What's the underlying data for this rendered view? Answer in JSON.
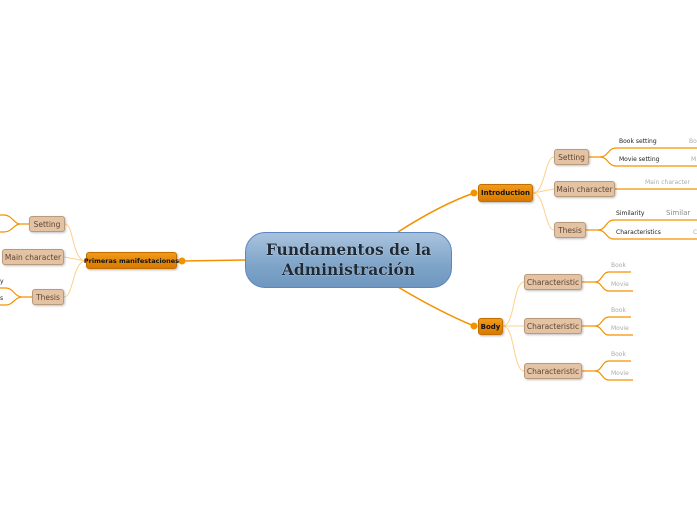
{
  "central": {
    "title": "Fundamentos de la Administración"
  },
  "colors": {
    "branch": "#f39200",
    "main_node": "#e08400",
    "sub_node": "#e4c3a4",
    "central": "#7ea4c8"
  },
  "introduction": {
    "label": "Introduction",
    "setting": {
      "label": "Setting",
      "children": [
        {
          "label": "Book setting",
          "value": "Bo"
        },
        {
          "label": "Movie setting",
          "value": "M"
        }
      ]
    },
    "main_character": {
      "label": "Main character",
      "value": "Main character"
    },
    "thesis": {
      "label": "Thesis",
      "children": [
        {
          "label": "Similarity",
          "value": "Similar"
        },
        {
          "label": "Characteristics",
          "value": "C"
        }
      ]
    }
  },
  "body": {
    "label": "Body",
    "characteristics": [
      {
        "label": "Characteristic",
        "book": "Book",
        "movie": "Movie"
      },
      {
        "label": "Characteristic",
        "book": "Book",
        "movie": "Movie"
      },
      {
        "label": "Characteristic",
        "book": "Book",
        "movie": "Movie"
      }
    ]
  },
  "primeras": {
    "label": "Primeras manifestaciones",
    "setting": {
      "label": "Setting"
    },
    "main_character": {
      "label": "Main character"
    },
    "thesis": {
      "label": "Thesis",
      "children": [
        "y",
        "s"
      ]
    }
  }
}
